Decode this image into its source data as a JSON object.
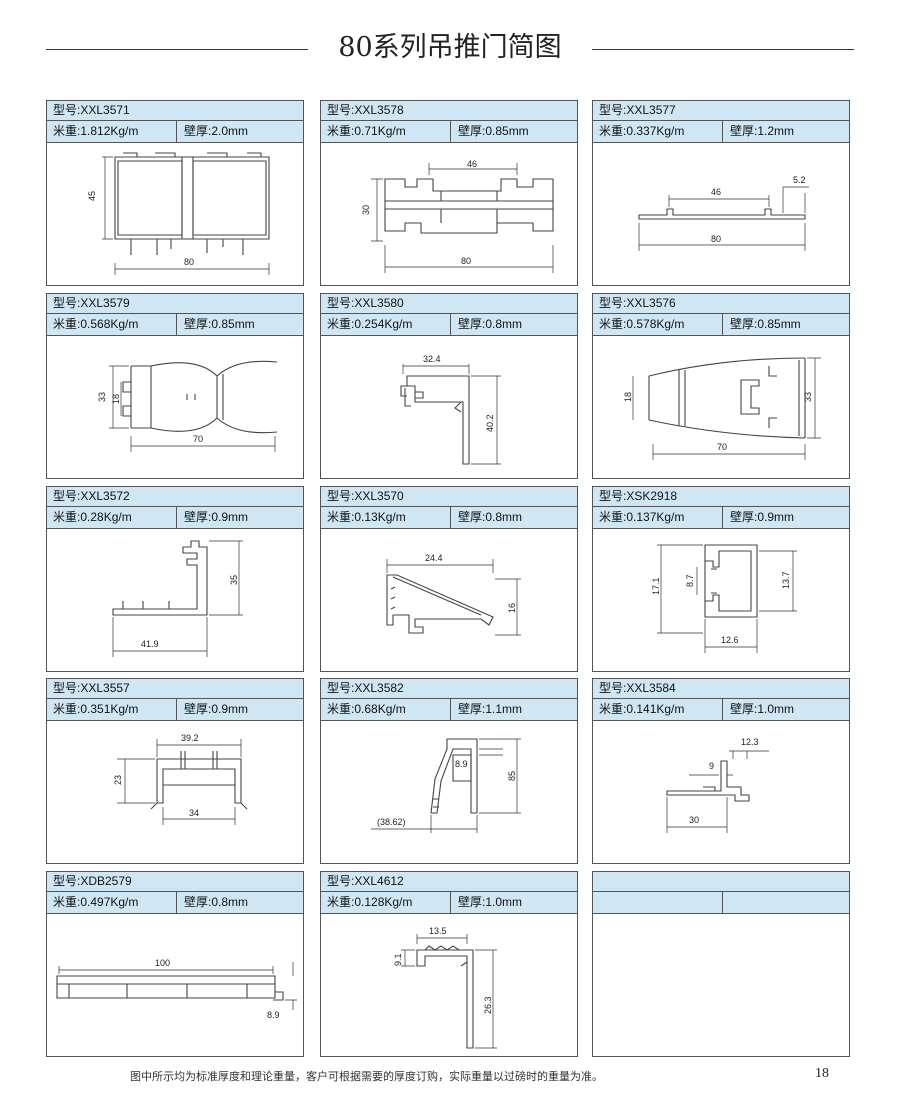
{
  "header": {
    "title": "80系列吊推门简图"
  },
  "cards": [
    {
      "model": "型号:XXL3571",
      "weight": "米重:1.812Kg/m",
      "thickness": "壁厚:2.0mm",
      "dims": [
        "45",
        "80"
      ]
    },
    {
      "model": "型号:XXL3578",
      "weight": "米重:0.71Kg/m",
      "thickness": "壁厚:0.85mm",
      "dims": [
        "46",
        "30",
        "80"
      ]
    },
    {
      "model": "型号:XXL3577",
      "weight": "米重:0.337Kg/m",
      "thickness": "壁厚:1.2mm",
      "dims": [
        "46",
        "5.2",
        "80"
      ]
    },
    {
      "model": "型号:XXL3579",
      "weight": "米重:0.568Kg/m",
      "thickness": "壁厚:0.85mm",
      "dims": [
        "33",
        "18",
        "70"
      ]
    },
    {
      "model": "型号:XXL3580",
      "weight": "米重:0.254Kg/m",
      "thickness": "壁厚:0.8mm",
      "dims": [
        "32.4",
        "40.2"
      ]
    },
    {
      "model": "型号:XXL3576",
      "weight": "米重:0.578Kg/m",
      "thickness": "壁厚:0.85mm",
      "dims": [
        "18",
        "33",
        "70"
      ]
    },
    {
      "model": "型号:XXL3572",
      "weight": "米重:0.28Kg/m",
      "thickness": "壁厚:0.9mm",
      "dims": [
        "35",
        "41.9"
      ]
    },
    {
      "model": "型号:XXL3570",
      "weight": "米重:0.13Kg/m",
      "thickness": "壁厚:0.8mm",
      "dims": [
        "24.4",
        "16"
      ]
    },
    {
      "model": "型号:XSK2918",
      "weight": "米重:0.137Kg/m",
      "thickness": "壁厚:0.9mm",
      "dims": [
        "17.1",
        "8.7",
        "13.7",
        "12.6"
      ]
    },
    {
      "model": "型号:XXL3557",
      "weight": "米重:0.351Kg/m",
      "thickness": "壁厚:0.9mm",
      "dims": [
        "39.2",
        "23",
        "34"
      ]
    },
    {
      "model": "型号:XXL3582",
      "weight": "米重:0.68Kg/m",
      "thickness": "壁厚:1.1mm",
      "dims": [
        "8.9",
        "85",
        "(38.62)"
      ]
    },
    {
      "model": "型号:XXL3584",
      "weight": "米重:0.141Kg/m",
      "thickness": "壁厚:1.0mm",
      "dims": [
        "12.3",
        "9",
        "30"
      ]
    },
    {
      "model": "型号:XDB2579",
      "weight": "米重:0.497Kg/m",
      "thickness": "壁厚:0.8mm",
      "dims": [
        "100",
        "8.9"
      ]
    },
    {
      "model": "型号:XXL4612",
      "weight": "米重:0.128Kg/m",
      "thickness": "壁厚:1.0mm",
      "dims": [
        "13.5",
        "9.1",
        "26.3"
      ]
    },
    {
      "model": "",
      "weight": "",
      "thickness": "",
      "dims": []
    }
  ],
  "footer": {
    "note": "图中所示均为标准厚度和理论重量，客户可根据需要的厚度订购，实际重量以过磅时的重量为准。",
    "page_number": "18"
  }
}
